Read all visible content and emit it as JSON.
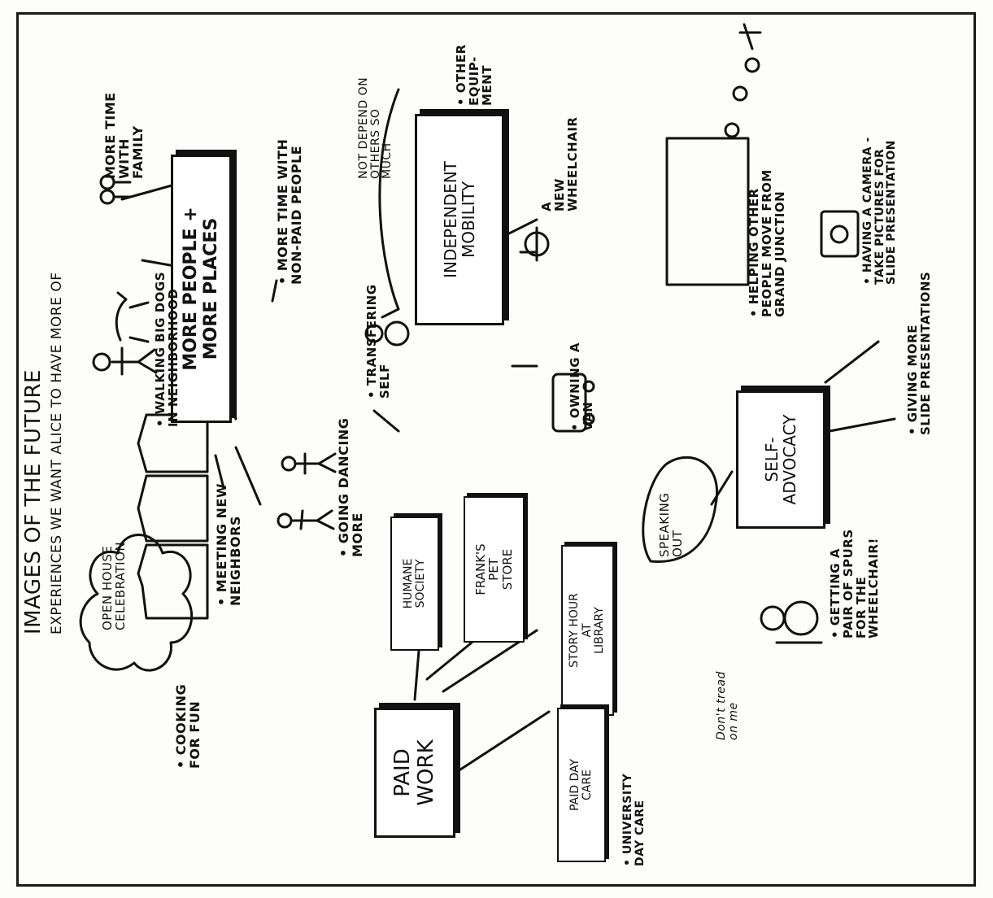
{
  "header": {
    "title": "IMAGES OF THE FUTURE",
    "subtitle": "EXPERIENCES WE WANT ALICE TO HAVE MORE OF"
  },
  "hubs": {
    "more_people": "MORE PEOPLE +\nMORE PLACES",
    "mobility": "INDEPENDENT\nMOBILITY",
    "paid_work": "PAID\nWORK",
    "self_advocacy": "SELF-\nADVOCACY"
  },
  "more_people_items": {
    "cooking": "• COOKING\nFOR FUN",
    "open_house": "OPEN HOUSE\nCELEBRATION",
    "meeting": "• MEETING NEW\nNEIGHBORS",
    "dancing": "• GOING DANCING\nMORE",
    "walking_dogs": "• WALKING BIG DOGS\nIN NEIGHBORHOOD",
    "family": "MORE TIME\nWITH\nFAMILY",
    "non_paid": "• MORE TIME WITH\nNON-PAID PEOPLE"
  },
  "mobility_items": {
    "transferring": "• TRANSFERING\nSELF",
    "not_depend": "NOT DEPEND ON\nOTHERS SO\nMUCH",
    "other_equipment": "• OTHER\nEQUIP-\nMENT",
    "new_wheelchair": "A\nNEW\nWHEELCHAIR",
    "owning_van": "• OWNING A\nVAN"
  },
  "work_items": {
    "humane": "HUMANE\nSOCIETY",
    "franks": "FRANK'S\nPET\nSTORE",
    "story_hour": "STORY HOUR\nAT\nLIBRARY",
    "day_care": "PAID DAY\nCARE",
    "university": "• UNIVERSITY\nDAY CARE"
  },
  "advocacy_items": {
    "speaking": "SPEAKING\nOUT",
    "spurs": "• GETTING A\nPAIR OF SPURS\nFOR THE\nWHEELCHAIR!",
    "dont_tread": "Don't tread\non me",
    "helping": "• HELPING OTHER\nPEOPLE MOVE FROM\nGRAND JUNCTION",
    "camera": "• HAVING A CAMERA -\nTAKE PICTURES FOR\nSLIDE PRESENTATION",
    "slides": "• GIVING MORE\nSLIDE PRESENTATIONS"
  }
}
